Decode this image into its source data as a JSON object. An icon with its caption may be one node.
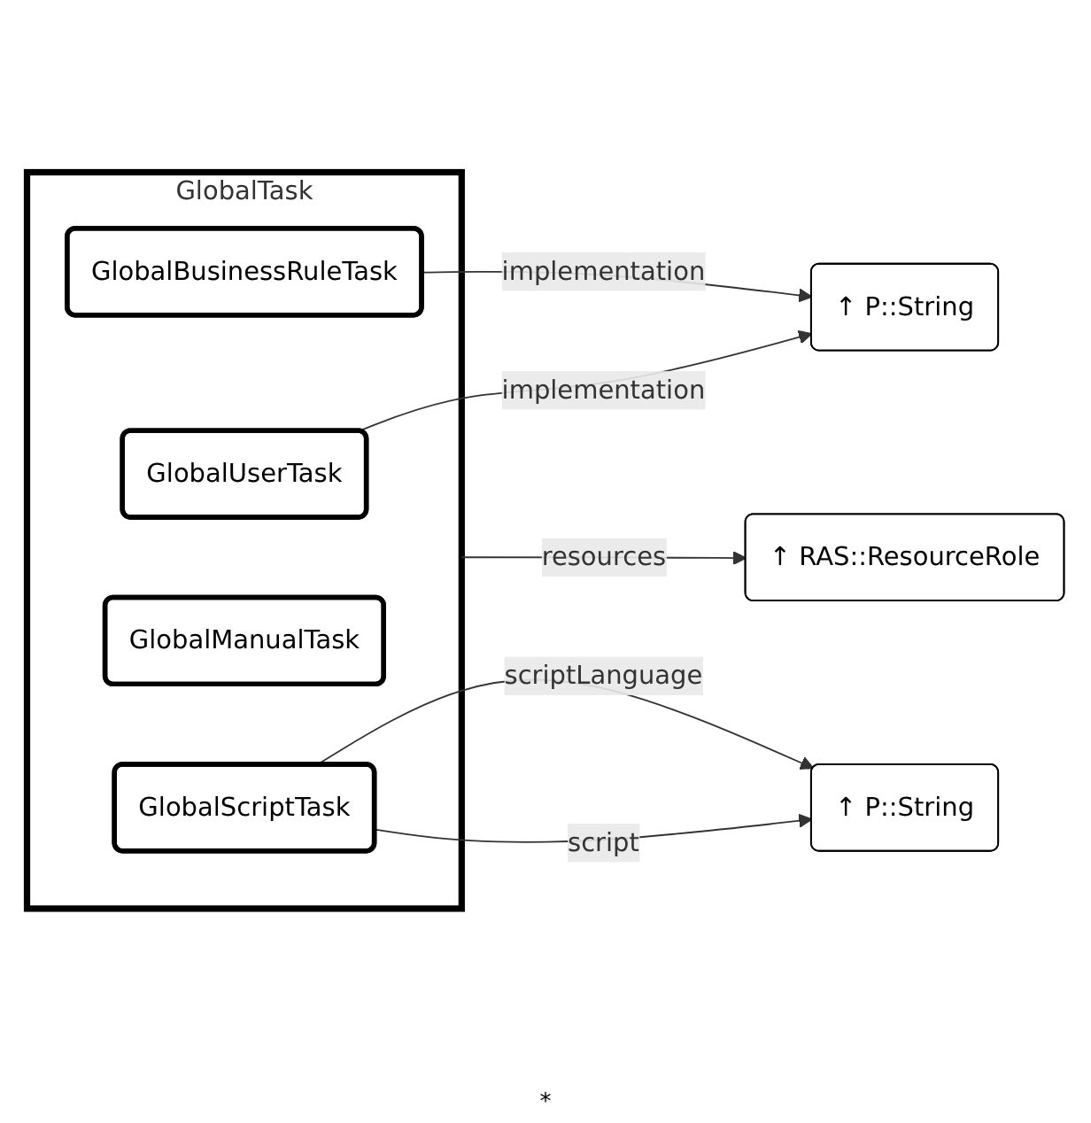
{
  "diagram": {
    "nodes": [
      {
        "text": [
          "GlobalTask"
        ]
      },
      {
        "text": [
          "GlobalUserTask"
        ],
        "in": 0
      },
      {
        "text": [
          "GlobalBusinessRuleTask"
        ],
        "in": 0
      },
      {
        "text": [
          "GlobalManualTask"
        ],
        "in": 0
      },
      {
        "text": [
          "GlobalScriptTask"
        ],
        "in": 0
      },
      {
        "text": [
          "↑ P::String"
        ]
      },
      {
        "text": [
          "↑ P::String"
        ]
      },
      {
        "text": [
          "↑ RAS::ResourceRole"
        ]
      }
    ],
    "edges": [
      {
        "from": 1,
        "to": 5,
        "arrow": "to",
        "label": "implementation"
      },
      {
        "from": 2,
        "to": 5,
        "arrow": "to",
        "label": "implementation"
      },
      {
        "from": 4,
        "to": 6,
        "arrow": "to",
        "label": "script"
      },
      {
        "from": 4,
        "to": 6,
        "arrow": "to",
        "label": "scriptLanguage"
      },
      {
        "from": 0,
        "to": 7,
        "arrow": "to",
        "label": "resources"
      }
    ],
    "labels": [
      "*"
    ]
  }
}
